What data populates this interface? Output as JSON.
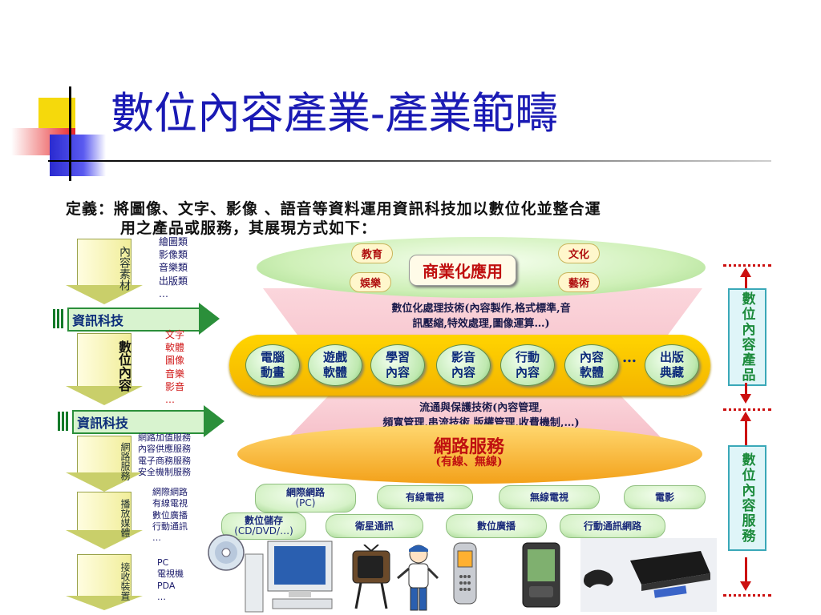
{
  "title": "數位內容產業-產業範疇",
  "definition": {
    "line1": "定義：將圖像、文字、影像 、語音等資料運用資訊科技加以數位化並整合運",
    "line2": "用之產品或服務，其展現方式如下："
  },
  "left_column": {
    "arrows": [
      {
        "label": "內容素材",
        "items": [
          "繪圖類",
          "影像類",
          "音樂類",
          "出版類",
          "…"
        ]
      },
      {
        "label": "數位內容",
        "items": [
          "文字",
          "軟體",
          "圖像",
          "音樂",
          "影音",
          "…"
        ]
      },
      {
        "label": "網路服務",
        "items": [
          "網路加值服務",
          "內容供應服務",
          "電子商務服務",
          "安全機制服務"
        ]
      },
      {
        "label": "播放媒體",
        "items": [
          "網際網路",
          "有線電視",
          "數位廣播",
          "行動通訊",
          "…"
        ]
      },
      {
        "label": "接收裝置",
        "items": [
          "PC",
          "電視機",
          "PDA",
          "…"
        ]
      }
    ],
    "tech_arrow_label": "資訊科技"
  },
  "top_ellipse": {
    "center": "商業化應用",
    "tags": [
      "教育",
      "文化",
      "娛樂",
      "藝術"
    ]
  },
  "tech_1": {
    "line1": "數位化處理技術(內容製作,格式標準,音",
    "line2": "訊壓縮,特效處理,圖像運算…)"
  },
  "content_types": [
    {
      "l1": "電腦",
      "l2": "動畫"
    },
    {
      "l1": "遊戲",
      "l2": "軟體"
    },
    {
      "l1": "學習",
      "l2": "內容"
    },
    {
      "l1": "影音",
      "l2": "內容"
    },
    {
      "l1": "行動",
      "l2": "內容"
    },
    {
      "l1": "內容",
      "l2": "軟體"
    },
    {
      "l1": "出版",
      "l2": "典藏"
    }
  ],
  "content_more": "…",
  "tech_2": {
    "line1": "流通與保護技術(內容管理,",
    "line2": "頻寬管理,串流技術,版權管理,收費機制,…)"
  },
  "network": {
    "title": "網路服務",
    "subtitle": "(有線、無線)"
  },
  "media": [
    {
      "l1": "網際網路",
      "l2": "(PC)"
    },
    {
      "l1": "有線電視",
      "l2": ""
    },
    {
      "l1": "無線電視",
      "l2": ""
    },
    {
      "l1": "電影",
      "l2": ""
    },
    {
      "l1": "數位儲存",
      "l2": "(CD/DVD/…)"
    },
    {
      "l1": "衛星通訊",
      "l2": ""
    },
    {
      "l1": "數位廣播",
      "l2": ""
    },
    {
      "l1": "行動通訊網路",
      "l2": ""
    }
  ],
  "right_column": {
    "box1": "數位內容產品",
    "box2": "數位內容服務"
  },
  "colors": {
    "title": "#1a1ab4",
    "accent_red": "#cc1010",
    "band_yellow": "#ffd400",
    "pill_green": "#d6f2c8"
  },
  "icons": [
    "cd-icon",
    "computer-icon",
    "television-icon",
    "person-icon",
    "mobile-phone-icon",
    "pda-icon",
    "game-console-icon"
  ]
}
